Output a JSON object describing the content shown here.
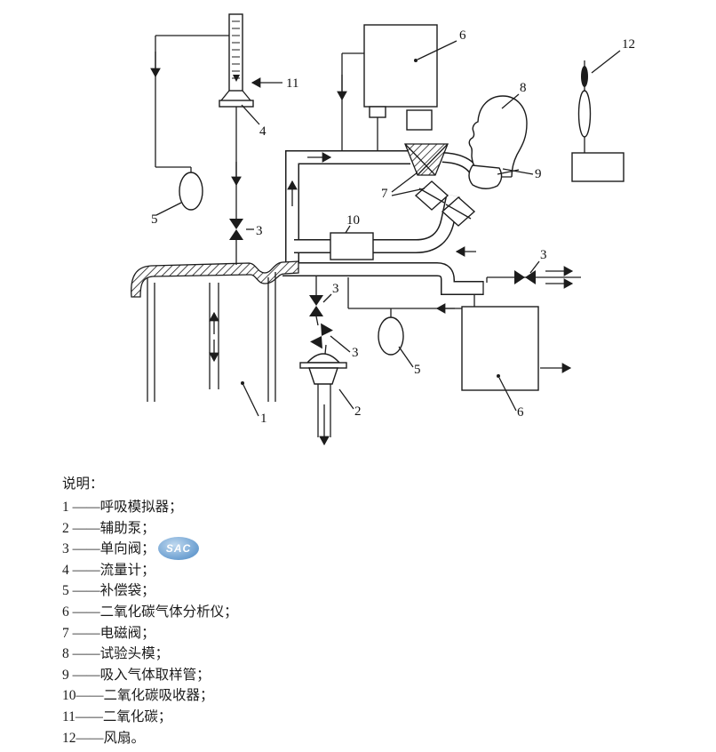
{
  "legend": {
    "title": "说明：",
    "items": [
      "1 ——呼吸模拟器；",
      "2 ——辅助泵；",
      "3 ——单向阀；",
      "4 ——流量计；",
      "5 ——补偿袋；",
      "6 ——二氧化碳气体分析仪；",
      "7 ——电磁阀；",
      "8 ——试验头模；",
      "9 ——吸入气体取样管；",
      "10——二氧化碳吸收器；",
      "11——二氧化碳；",
      "12——风扇。"
    ]
  },
  "diagram": {
    "labels": [
      {
        "ref": "co2-supply-arrow",
        "text": "11"
      },
      {
        "ref": "flow-meter",
        "text": "4"
      },
      {
        "ref": "compensating-bag-left",
        "text": "5"
      },
      {
        "ref": "check-valve-left",
        "text": "3"
      },
      {
        "ref": "co2-analyzer-top",
        "text": "6"
      },
      {
        "ref": "test-head-form",
        "text": "8"
      },
      {
        "ref": "inhaled-gas-sampling-tube",
        "text": "9"
      },
      {
        "ref": "fan",
        "text": "12"
      },
      {
        "ref": "solenoid-valves",
        "text": "7"
      },
      {
        "ref": "co2-absorber",
        "text": "10"
      },
      {
        "ref": "check-valve-pump-upper",
        "text": "3"
      },
      {
        "ref": "check-valve-pump-lower",
        "text": "3"
      },
      {
        "ref": "compensating-bag-bottom",
        "text": "5"
      },
      {
        "ref": "breathing-simulator",
        "text": "1"
      },
      {
        "ref": "auxiliary-pump",
        "text": "2"
      },
      {
        "ref": "co2-analyzer-bottom",
        "text": "6"
      },
      {
        "ref": "check-valve-right",
        "text": "3"
      }
    ]
  },
  "watermark": {
    "text": "SAC"
  }
}
